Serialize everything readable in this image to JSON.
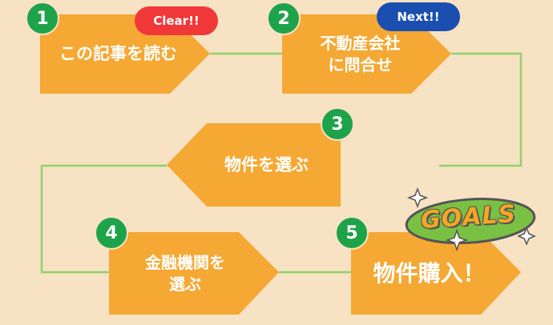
{
  "colors": {
    "background": "#f7e2c4",
    "shape": "#f5a833",
    "connector": "#8fd36a",
    "badge": "#1fa34a",
    "clear": "#f03838",
    "next": "#1a4fb0"
  },
  "steps": [
    {
      "number": "1",
      "text": "この記事を読む"
    },
    {
      "number": "2",
      "text_line1": "不動産会社",
      "text_line2": "に問合せ"
    },
    {
      "number": "3",
      "text": "物件を選ぶ"
    },
    {
      "number": "4",
      "text_line1": "金融機関を",
      "text_line2": "選ぶ"
    },
    {
      "number": "5",
      "text": "物件購入！"
    }
  ],
  "badges": {
    "clear": "Clear!!",
    "next": "Next!!"
  },
  "goals": {
    "text": "GOALS",
    "icon": "goals-logo-icon"
  }
}
